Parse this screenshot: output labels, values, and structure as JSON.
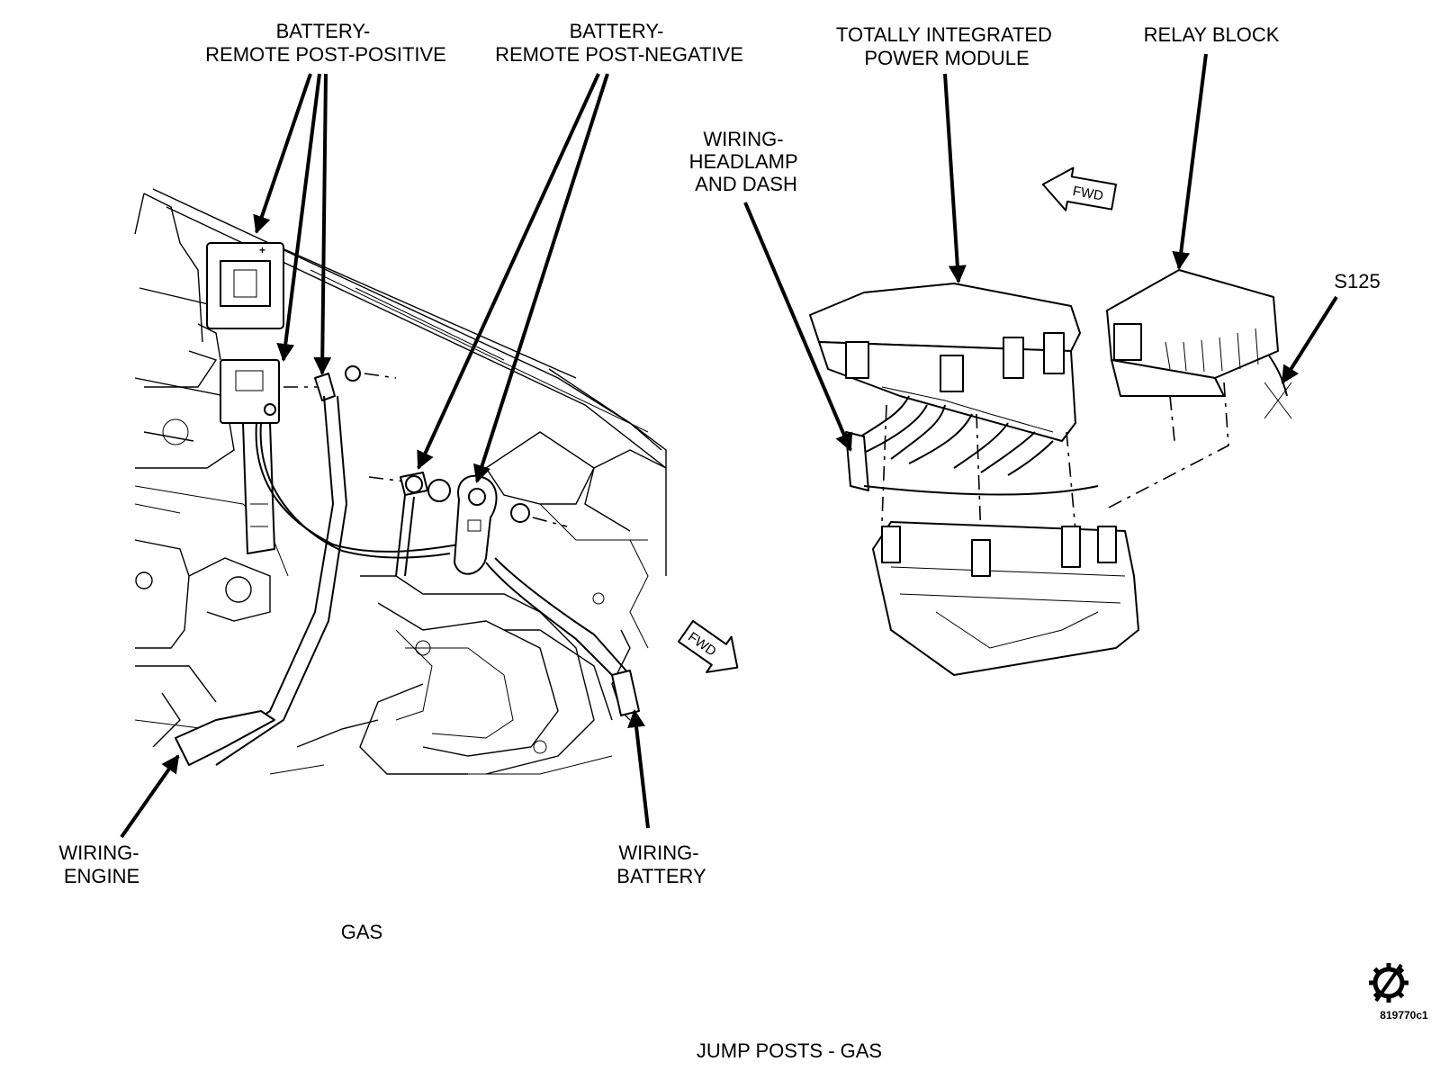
{
  "labels": {
    "battery_positive": [
      "BATTERY-",
      "REMOTE POST-POSITIVE"
    ],
    "battery_negative": [
      "BATTERY-",
      "REMOTE POST-NEGATIVE"
    ],
    "tipm": [
      "TOTALLY INTEGRATED",
      "POWER MODULE"
    ],
    "relay_block": "RELAY BLOCK",
    "wiring_headlamp": [
      "WIRING-",
      "HEADLAMP",
      "AND DASH"
    ],
    "s125": "S125",
    "wiring_engine": [
      "WIRING-",
      "ENGINE"
    ],
    "wiring_battery": [
      "WIRING-",
      "BATTERY"
    ],
    "gas": "GAS",
    "caption": "JUMP POSTS  - GAS",
    "figure_id": "819770c1",
    "fwd": "FWD"
  },
  "icons": {
    "gear_icon": "gear-with-slash",
    "fwd_arrow": "forward-direction-arrow"
  }
}
